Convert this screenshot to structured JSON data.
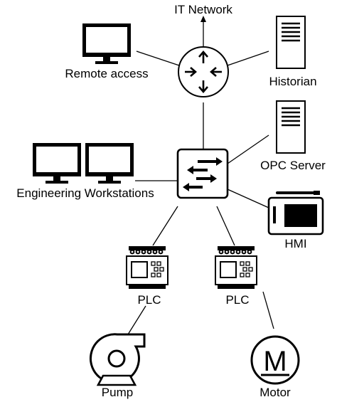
{
  "labels": {
    "it_network": "IT Network",
    "remote_access": "Remote access",
    "historian": "Historian",
    "opc_server": "OPC Server",
    "engineering_workstations": "Engineering Workstations",
    "hmi": "HMI",
    "plc_left": "PLC",
    "plc_right": "PLC",
    "pump": "Pump",
    "motor": "Motor",
    "motor_symbol": "M"
  },
  "icons": [
    "router-icon",
    "switch-icon",
    "monitor-icon",
    "server-icon",
    "hmi-icon",
    "plc-icon",
    "pump-icon",
    "motor-icon"
  ]
}
